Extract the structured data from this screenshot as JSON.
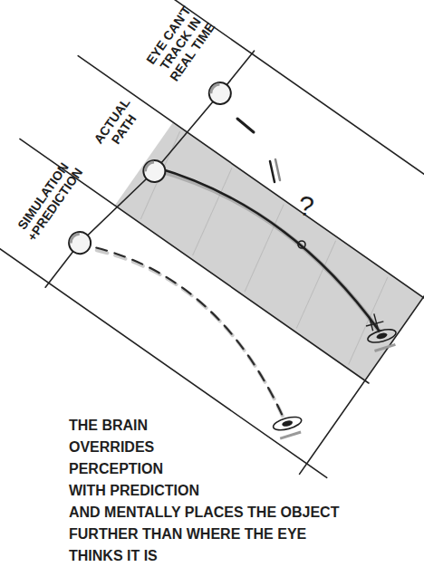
{
  "diagram": {
    "caption": "THE BRAIN OVERRIDES PERCEPTION WITH PREDICTION AND MENTALLY PLACES THE OBJECT FURTHER THAN WHERE THE EYE THINKS IT IS",
    "labels": [
      "SIMULATION +PREDICTION",
      "ACTUAL PATH",
      "EYE CAN'T TRACK IN REAL TIME",
      "?"
    ]
  }
}
